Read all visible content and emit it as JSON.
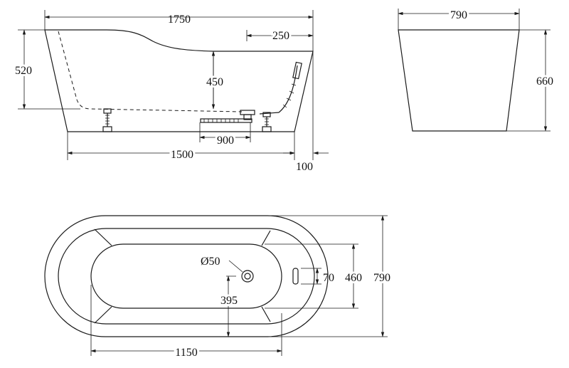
{
  "dimensions": {
    "side_total_length": "1750",
    "side_height": "520",
    "headrest_offset": "250",
    "inner_depth": "450",
    "drain_spacing": "900",
    "base_length": "1500",
    "foot_offset": "100",
    "end_width": "790",
    "end_height": "660",
    "drain_diameter": "Ø50",
    "overflow_size": "70",
    "inner_width": "460",
    "plan_width": "790",
    "drain_offset": "395",
    "inner_length": "1150"
  }
}
